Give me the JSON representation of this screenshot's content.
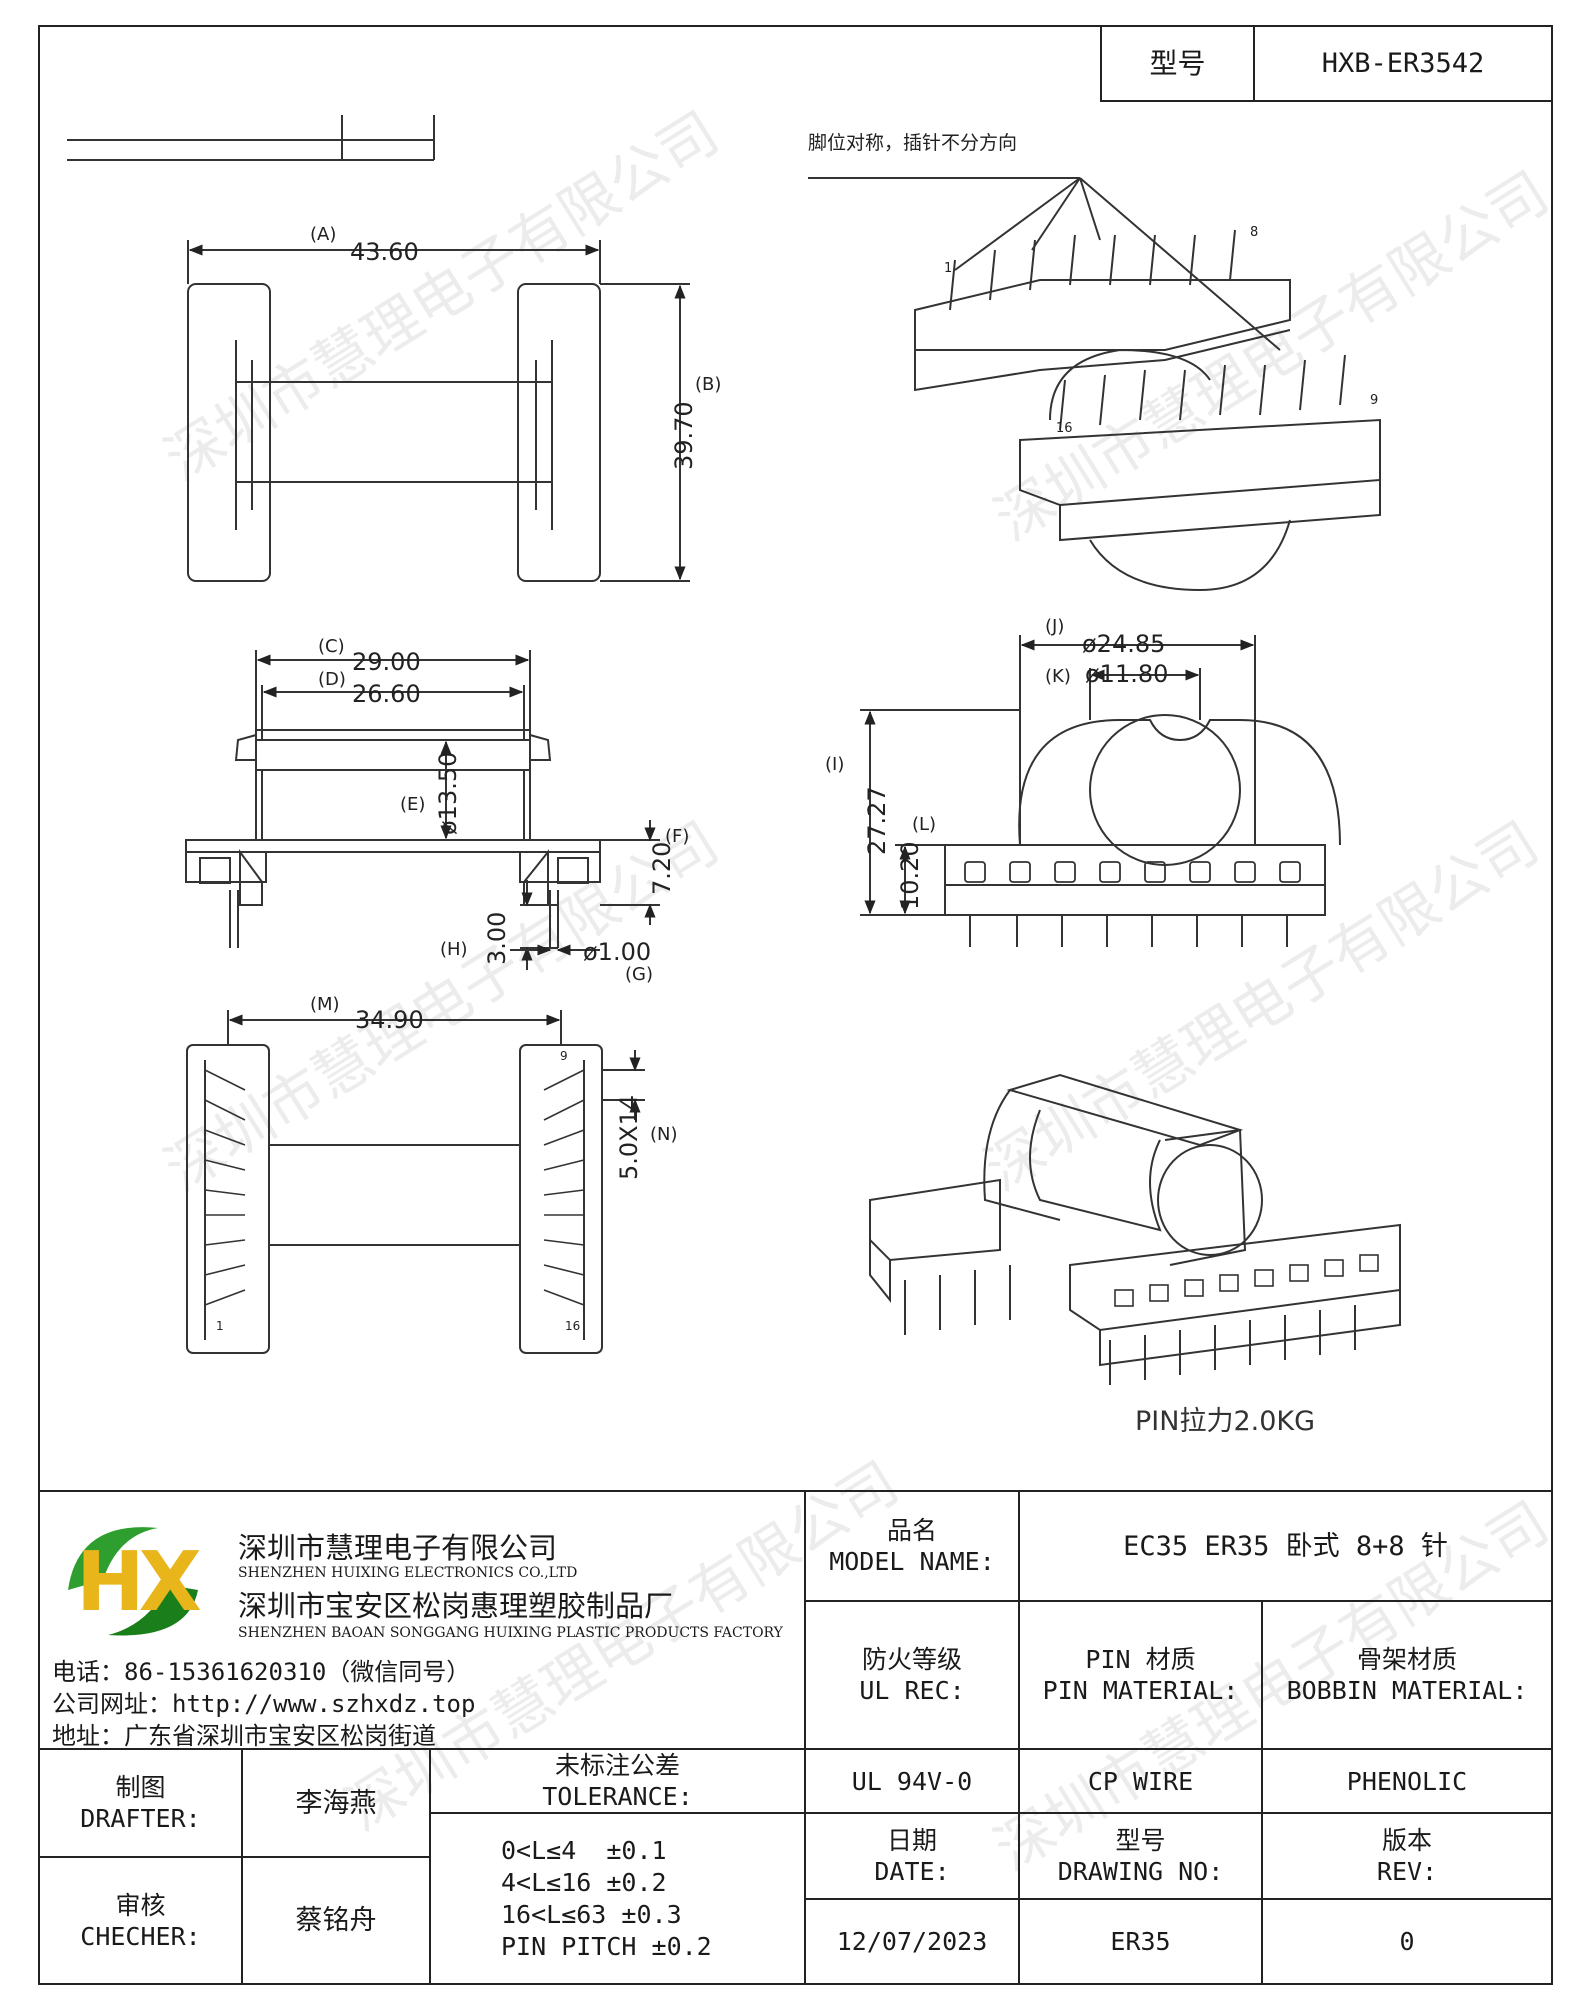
{
  "header": {
    "model_label": "型号",
    "model_value": "HXB-ER3542"
  },
  "notes": {
    "pin_symmetry": "脚位对称，插针不分方向",
    "pin_pull": "PIN拉力2.0KG"
  },
  "watermark": "深圳市慧理电子有限公司",
  "dimensions": {
    "A": "(A)",
    "A_val": "43.60",
    "B": "(B)",
    "B_val": "39.70",
    "C": "(C)",
    "C_val": "29.00",
    "D": "(D)",
    "D_val": "26.60",
    "E": "(E)",
    "E_val": "ø13.50",
    "F": "(F)",
    "F_val": "7.20",
    "G": "(G)",
    "G_val": "ø1.00",
    "H": "(H)",
    "H_val": "3.00",
    "I": "(I)",
    "I_val": "27.27",
    "J": "(J)",
    "J_val": "ø24.85",
    "K": "(K)",
    "K_val": "ø11.80",
    "L": "(L)",
    "L_val": "10.20",
    "M": "(M)",
    "M_val": "34.90",
    "N": "(N)",
    "N_val": "5.0X14"
  },
  "pin_numbers": {
    "p1": "1",
    "p8": "8",
    "p9": "9",
    "p16": "16"
  },
  "company": {
    "logo_text": "HX",
    "name_cn": "深圳市慧理电子有限公司",
    "name_en": "SHENZHEN HUIXING ELECTRONICS CO.,LTD",
    "factory_cn": "深圳市宝安区松岗惠理塑胶制品厂",
    "factory_en": "SHENZHEN BAOAN SONGGANG HUIXING PLASTIC PRODUCTS FACTORY",
    "phone": "电话：86-15361620310（微信同号）",
    "website": "公司网址：http://www.szhxdz.top",
    "address": "地址：广东省深圳市宝安区松岗街道"
  },
  "title_block": {
    "model_name_cn": "品名",
    "model_name_en": "MODEL NAME:",
    "model_name_value": "EC35 ER35 卧式 8+8 针",
    "ul_cn": "防火等级",
    "ul_en": "UL REC:",
    "pin_cn": "PIN 材质",
    "pin_en": "PIN MATERIAL:",
    "bobbin_cn": "骨架材质",
    "bobbin_en": "BOBBIN MATERIAL:",
    "ul_value": "UL 94V-0",
    "pin_value": "CP WIRE",
    "bobbin_value": "PHENOLIC",
    "date_cn": "日期",
    "date_en": "DATE:",
    "drawing_cn": "型号",
    "drawing_en": "DRAWING NO:",
    "rev_cn": "版本",
    "rev_en": "REV:",
    "date_value": "12/07/2023",
    "drawing_value": "ER35",
    "rev_value": "0",
    "drafter_cn": "制图",
    "drafter_en": "DRAFTER:",
    "drafter_name": "李海燕",
    "checker_cn": "审核",
    "checker_en": "CHECHER:",
    "checker_name": "蔡铭舟",
    "tolerance_cn": "未标注公差",
    "tolerance_en": "TOLERANCE:",
    "tolerances": [
      "0<L≤4  ±0.1",
      "4<L≤16 ±0.2",
      "16<L≤63 ±0.3",
      "PIN PITCH ±0.2"
    ]
  }
}
